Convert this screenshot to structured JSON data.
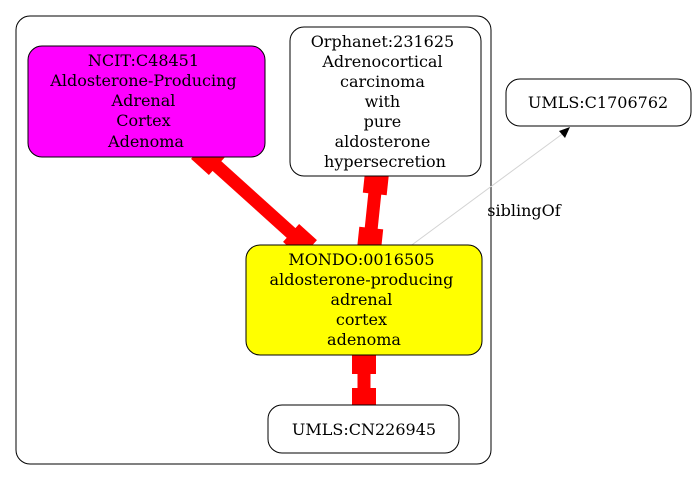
{
  "graph": {
    "nodes": {
      "ncit": {
        "lines": [
          "NCIT:C48451",
          "Aldosterone-Producing",
          "Adrenal",
          "Cortex",
          "Adenoma"
        ],
        "fill": "#ff00ff"
      },
      "orphanet": {
        "lines": [
          "Orphanet:231625",
          "Adrenocortical",
          "carcinoma",
          "with",
          "pure",
          "aldosterone",
          "hypersecretion"
        ],
        "fill": "#ffffff"
      },
      "umls_c1706762": {
        "lines": [
          "UMLS:C1706762"
        ],
        "fill": "#ffffff"
      },
      "mondo": {
        "lines": [
          "MONDO:0016505",
          "aldosterone-producing",
          "adrenal",
          "cortex",
          "adenoma"
        ],
        "fill": "#ffff00"
      },
      "umls_cn226945": {
        "lines": [
          "UMLS:CN226945"
        ],
        "fill": "#ffffff"
      }
    },
    "edges": {
      "sibling_of": {
        "label": "siblingOf",
        "color": "#d3d3d3"
      },
      "equivalence_color": "#ff0000"
    }
  }
}
